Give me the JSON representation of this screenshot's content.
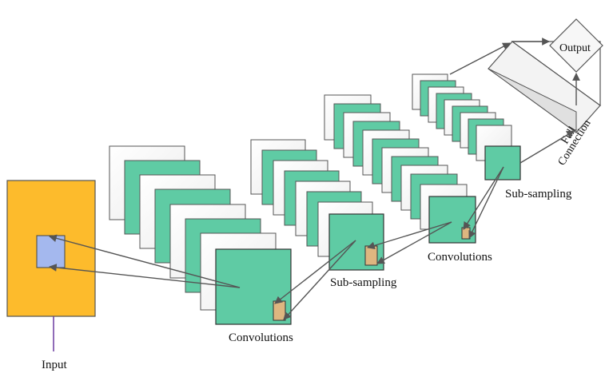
{
  "labels": {
    "input": "Input",
    "conv1": "Convolutions",
    "sub1": "Sub-sampling",
    "conv2": "Convolutions",
    "sub2": "Sub-sampling",
    "output": "Output",
    "full": "Full",
    "connection": "Connection"
  },
  "colors": {
    "input_fill": "#fdbb2c",
    "input_patch": "#a4b8ee",
    "feature_map": "#5fcba4",
    "white_map": "#ffffff",
    "kernel": "#deb680",
    "stroke": "#333333",
    "arrow": "#555555",
    "input_line": "#6a3aa0"
  }
}
